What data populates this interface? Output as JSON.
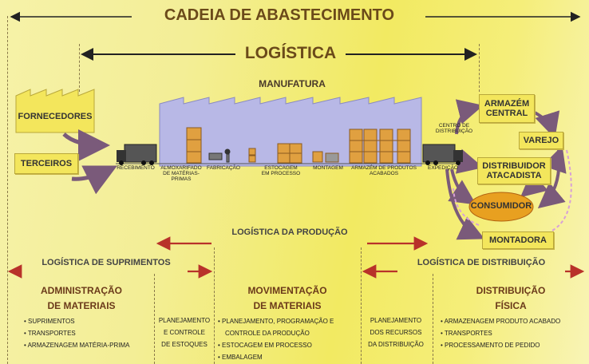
{
  "title": "CADEIA DE ABASTECIMENTO",
  "logistica": "LOGÍSTICA",
  "manufatura": "MANUFATURA",
  "left_boxes": [
    "FORNECEDORES",
    "TERCEIROS"
  ],
  "stations": [
    "RECEBIMENTO",
    "ALMOXARIFADO\nDE MATÉRIAS-\nPRIMAS",
    "FABRICAÇÃO",
    "ESTOCAGEM\nEM PROCESSO",
    "MONTAGEM",
    "ARMAZÉM DE PRODUTOS\nACABADOS",
    "EXPEDIÇÃO"
  ],
  "centro": "CENTRO DE\nDISTRIBUIÇÃO",
  "right_boxes": {
    "armazem": "ARMAZÉM\nCENTRAL",
    "varejo": "VAREJO",
    "distribuidor": "DISTRIBUIDOR\nATACADISTA",
    "consumidor": "CONSUMIDOR",
    "montadora": "MONTADORA"
  },
  "logistica_producao": "LOGÍSTICA DA PRODUÇÃO",
  "logistica_suprimentos": "LOGÍSTICA DE SUPRIMENTOS",
  "logistica_distribuicao": "LOGÍSTICA DE DISTRIBUIÇÃO",
  "col1": {
    "title1": "ADMINISTRAÇÃO",
    "title2": "DE MATERIAIS",
    "items": [
      "• SUPRIMENTOS",
      "• TRANSPORTES",
      "• ARMAZENAGEM MATÉRIA-PRIMA"
    ]
  },
  "col2": {
    "lines": [
      "PLANEJAMENTO",
      "E CONTROLE",
      "DE ESTOQUES"
    ]
  },
  "col3": {
    "title1": "MOVIMENTAÇÃO",
    "title2": "DE MATERIAIS",
    "items": [
      "• PLANEJAMENTO, PROGRAMAÇÃO E",
      "CONTROLE DA PRODUÇÃO",
      "• ESTOCAGEM EM PROCESSO",
      "• EMBALAGEM"
    ]
  },
  "col4": {
    "lines": [
      "PLANEJAMENTO",
      "DOS RECURSOS",
      "DA DISTRIBUIÇÃO"
    ]
  },
  "col5": {
    "title1": "DISTRIBUIÇÃO",
    "title2": "FÍSICA",
    "items": [
      "• ARMAZENAGEM PRODUTO ACABADO",
      "• TRANSPORTES",
      "• PROCESSAMENTO DE PEDIDO"
    ]
  }
}
